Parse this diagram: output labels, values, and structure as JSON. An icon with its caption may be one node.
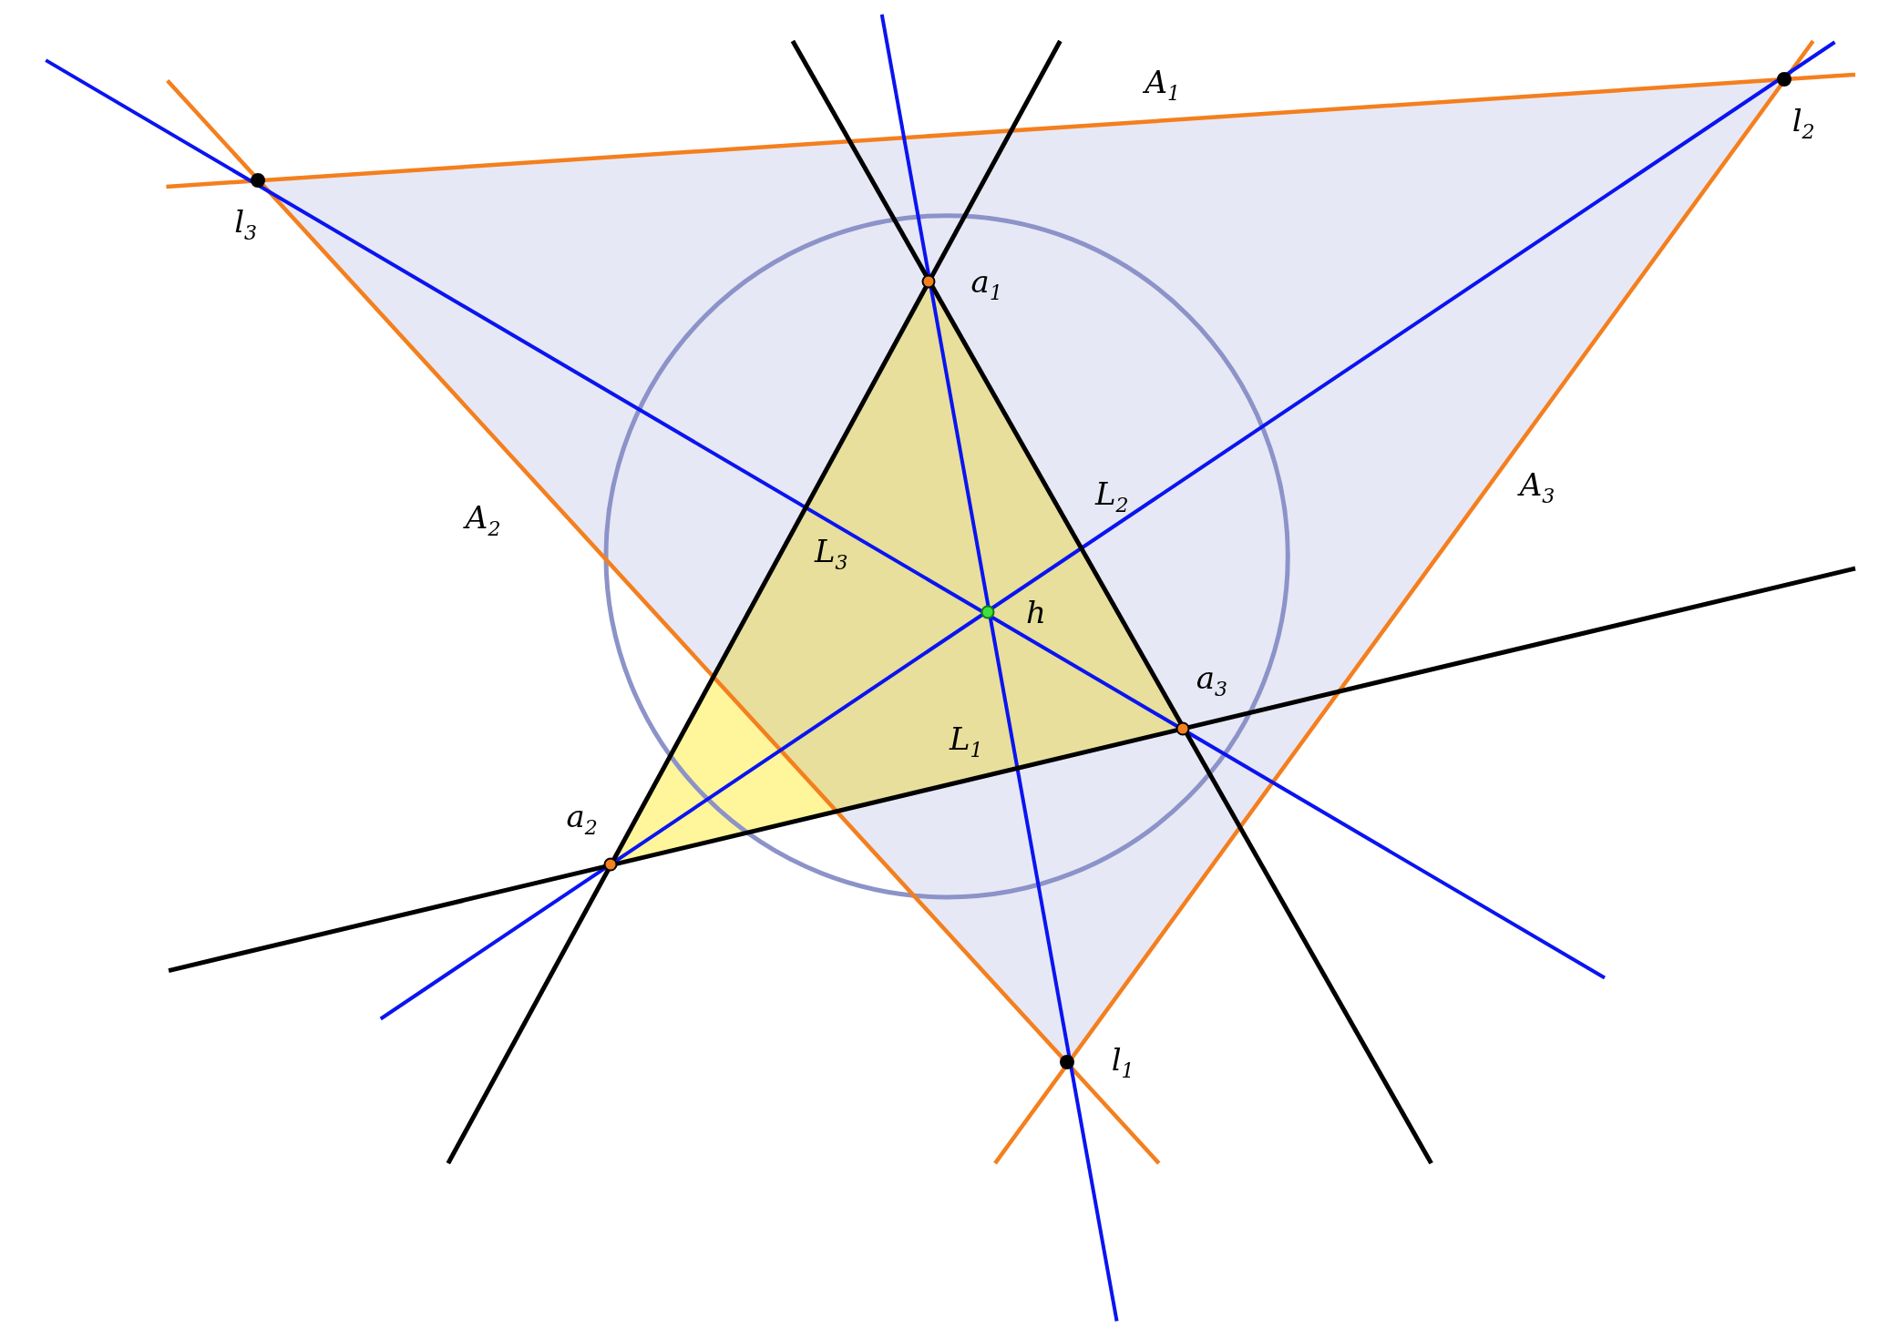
{
  "diagram": {
    "nodes": [
      {
        "text": [],
        "shape": "circle",
        "beside": [
          "l$_{2}$"
        ]
      },
      {
        "text": [],
        "shape": "circle",
        "beside": [
          "l$_{3}$"
        ]
      },
      {
        "text": [],
        "shape": "circle",
        "beside": [
          "a$_{1}$"
        ]
      },
      {
        "text": [],
        "shape": "circle",
        "beside": [
          "h"
        ]
      },
      {
        "text": [],
        "shape": "circle",
        "beside": [
          "a$_{3}$"
        ]
      },
      {
        "text": [],
        "shape": "circle",
        "beside": [
          "a$_{2}$"
        ]
      },
      {
        "text": [],
        "shape": "circle",
        "beside": [
          "l$_{1}$"
        ]
      }
    ],
    "labels": [
      "A$_{1}$",
      "A$_{3}$",
      "L$_{2}$",
      "A$_{2}$",
      "L$_{3}$",
      "L$_{1}$"
    ]
  }
}
